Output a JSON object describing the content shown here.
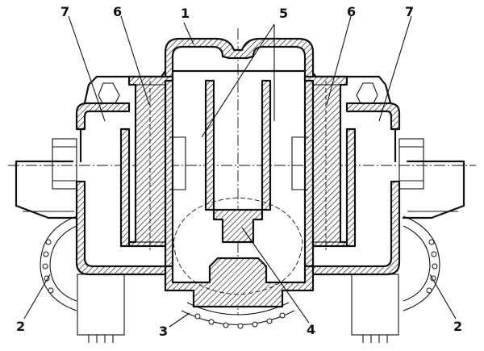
{
  "diagram": {
    "labels": [
      "1",
      "2",
      "2",
      "3",
      "4",
      "5",
      "6",
      "6",
      "7",
      "7"
    ]
  }
}
